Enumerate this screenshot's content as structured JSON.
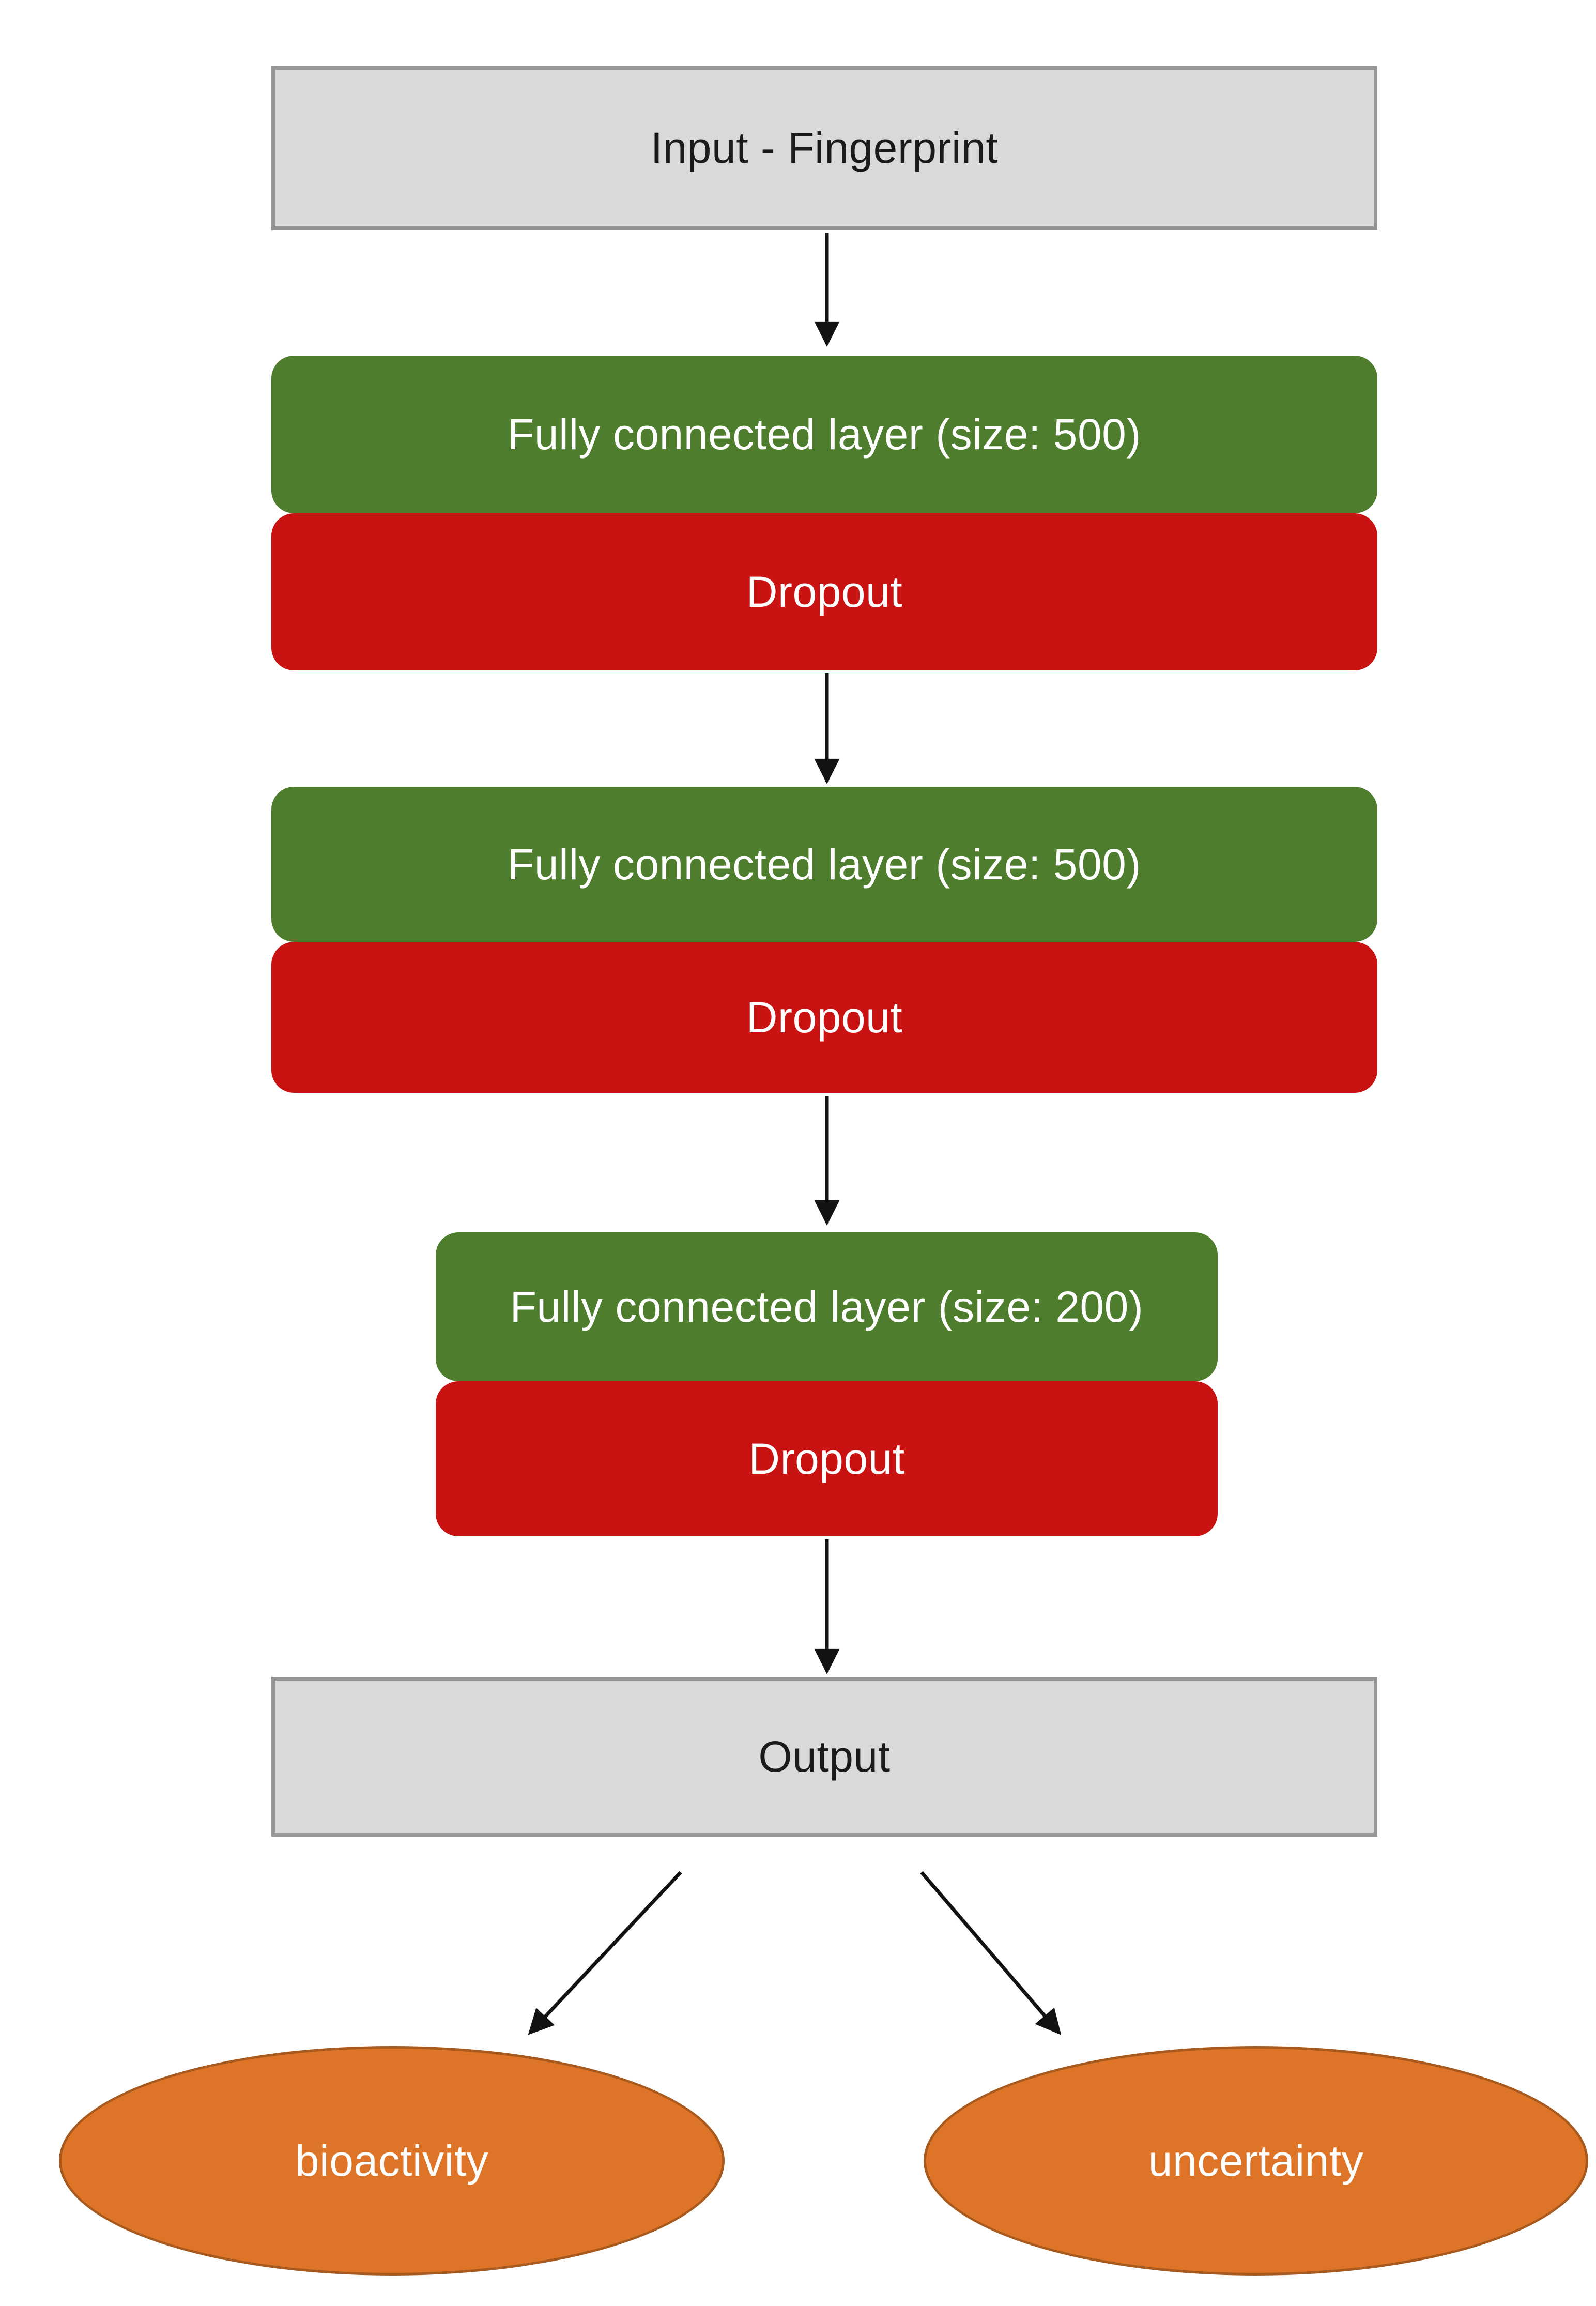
{
  "nodes": {
    "input": {
      "label": "Input - Fingerprint"
    },
    "fc1": {
      "label": "Fully connected layer (size: 500)"
    },
    "dropout1": {
      "label": "Dropout"
    },
    "fc2": {
      "label": "Fully connected layer (size: 500)"
    },
    "dropout2": {
      "label": "Dropout"
    },
    "fc3": {
      "label": "Fully connected layer (size: 200)"
    },
    "dropout3": {
      "label": "Dropout"
    },
    "output": {
      "label": "Output"
    },
    "bioactivity": {
      "label": "bioactivity"
    },
    "uncertainty": {
      "label": "uncertainty"
    }
  },
  "colors": {
    "layer_green": "#4e7e2d",
    "dropout_red": "#c91212",
    "io_fill_gray": "#d9d9d9",
    "io_border_gray": "#959595",
    "ellipse_orange": "#dd7427",
    "ellipse_border_orange": "#a85a1e",
    "arrow_black": "#121212",
    "label_white": "#ffffff",
    "label_black": "#1a1a1a"
  }
}
